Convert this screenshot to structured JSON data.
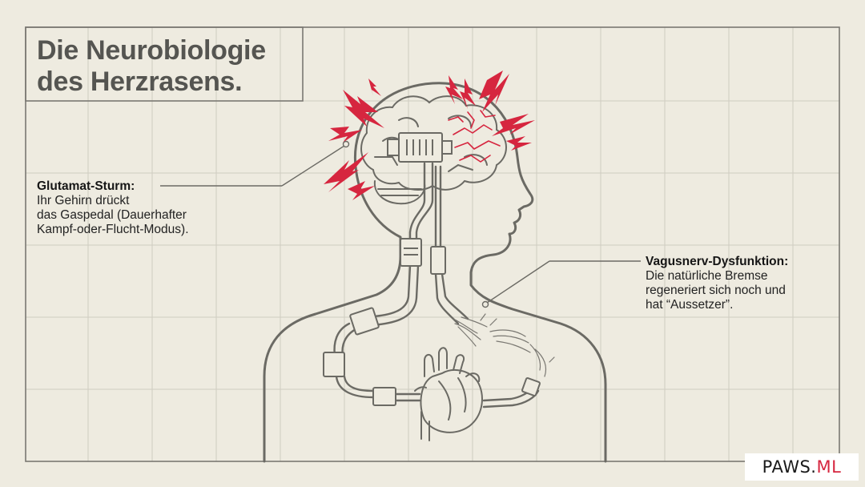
{
  "title": {
    "line1": "Die Neurobiologie",
    "line2": "des Herzrasens."
  },
  "callout_left": {
    "heading": "Glutamat-Sturm:",
    "lines": [
      "Ihr Gehirn drückt",
      "das Gaspedal (Dauerhafter",
      "Kampf-oder-Flucht-Modus)."
    ]
  },
  "callout_right": {
    "heading": "Vagusnerv-Dysfunktion:",
    "lines": [
      "Die natürliche Bremse",
      "regeneriert sich noch und",
      "hat “Aussetzer”."
    ]
  },
  "brand": {
    "main": "PAWS.",
    "accent": "ML"
  },
  "icons": {
    "brain": "brain-icon",
    "heart": "heart-icon",
    "lightning": "lightning-bolt-icon",
    "figure": "human-silhouette-icon"
  },
  "colors": {
    "background": "#eeebe0",
    "line": "#6b6a64",
    "grid": "#c9c6bb",
    "accent": "#d6263f",
    "title": "#555551"
  }
}
